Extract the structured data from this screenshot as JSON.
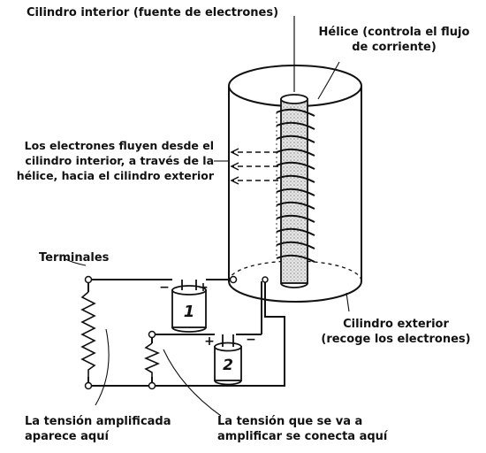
{
  "labels": {
    "inner_cylinder": "Cilindro interior (fuente de electrones)",
    "helix_line1": "Hélice (controla el flujo",
    "helix_line2": "de corriente)",
    "flow_line1": "Los electrones fluyen desde el",
    "flow_line2": "cilindro interior, a través de la",
    "flow_line3": "hélice, hacia el cilindro exterior",
    "terminals": "Terminales",
    "outer_line1": "Cilindro exterior",
    "outer_line2": "(recoge los electrones)",
    "amplified_line1": "La tensión amplificada",
    "amplified_line2": "aparece aquí",
    "input_line1": "La tensión que se va a",
    "input_line2": "amplificar se conecta aquí"
  },
  "batteries": [
    {
      "label": "1",
      "minus": "−",
      "plus": "+"
    },
    {
      "label": "2",
      "minus": "−",
      "plus": "+"
    }
  ],
  "colors": {
    "ink": "#111111",
    "paper": "#ffffff",
    "metal": "#999999"
  }
}
